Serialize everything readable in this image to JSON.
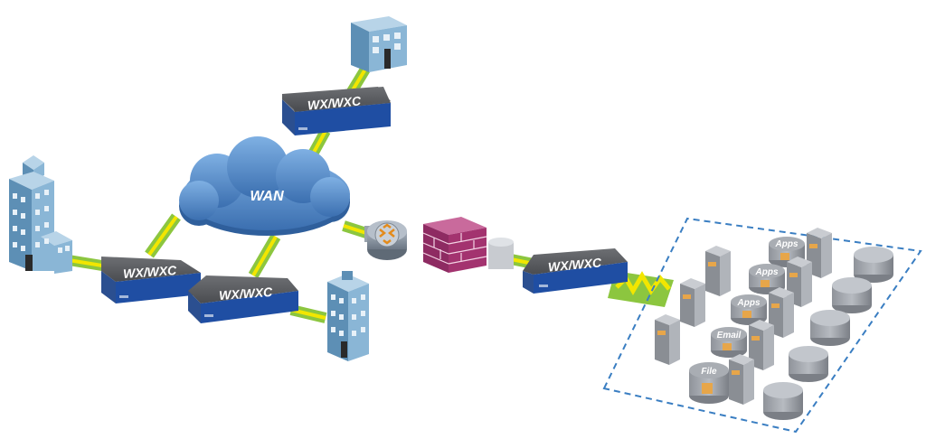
{
  "wan": {
    "label": "WAN"
  },
  "devices": {
    "top": "WX/WXC",
    "left_a": "WX/WXC",
    "left_b": "WX/WXC",
    "datacenter": "WX/WXC"
  },
  "datacenter_labels": {
    "apps_1": "Apps",
    "apps_2": "Apps",
    "apps_3": "Apps",
    "email": "Email",
    "file": "File"
  },
  "colors": {
    "link_green": "#8cc63f",
    "link_yellow": "#f2e600",
    "device_top": "#5a5c60",
    "device_blue": "#1f4ea3",
    "cloud": "#4f86c6",
    "firewall": "#a3336f",
    "router": "#8a96a4",
    "building": "#7aa5c4",
    "datacenter_border": "#3a7ec2"
  }
}
